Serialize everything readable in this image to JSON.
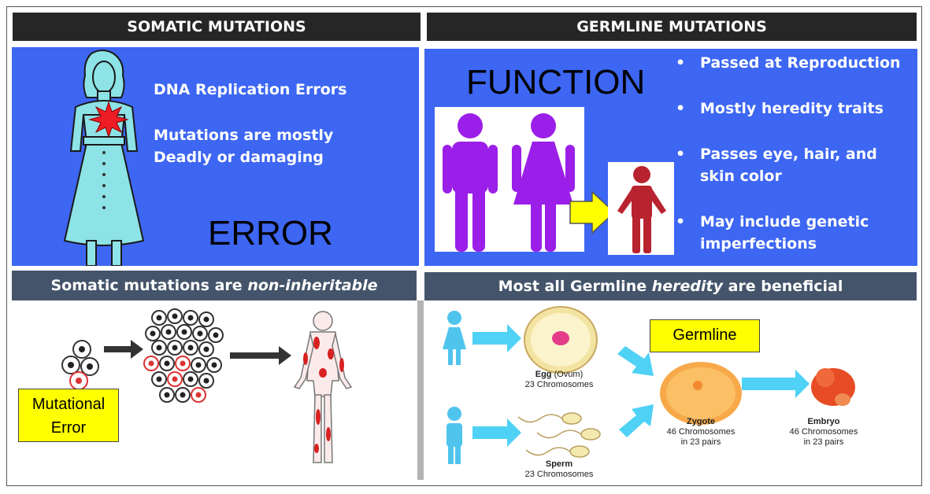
{
  "left": {
    "header": "SOMATIC MUTATIONS",
    "lines": [
      "DNA Replication Errors",
      "Mutations are mostly",
      "Deadly or damaging"
    ],
    "big_word": "ERROR",
    "subheader_plain": "Somatic mutations are ",
    "subheader_italic": "non-inheritable",
    "callout_line1": "Mutational",
    "callout_line2": "Error"
  },
  "right": {
    "header": "GERMLINE MUTATIONS",
    "big_word": "FUNCTION",
    "bullets": [
      {
        "line1": "Passed at Reproduction",
        "line2": ""
      },
      {
        "line1": "Mostly heredity traits",
        "line2": ""
      },
      {
        "line1": "Passes eye, hair, and",
        "line2": " skin color"
      },
      {
        "line1": "May include genetic",
        "line2": " imperfections"
      }
    ],
    "subheader_a": "Most all Germline ",
    "subheader_italic": "heredity",
    "subheader_b": " are beneficial",
    "germline_label": "Germline",
    "egg_title": "Egg",
    "egg_note": " (Ovum)",
    "egg_count": "23 Chromosomes",
    "sperm_title": "Sperm",
    "sperm_count": "23 Chromosomes",
    "zygote_title": "Zygote",
    "zygote_count": "46 Chromosomes",
    "zygote_pairs": "in 23 pairs",
    "embryo_title": "Embryo",
    "embryo_count": "46 Chromosomes",
    "embryo_pairs": "in 23 pairs"
  },
  "colors": {
    "header_bg": "#262626",
    "panel_blue": "#3d66f2",
    "subheader_bg": "#44546a",
    "callout_yellow": "#ffff00",
    "parent_purple": "#9b1fe8",
    "child_red": "#b8232f",
    "arrow_cyan": "#4fd2f5",
    "figure_cyan": "#8de3e6"
  }
}
